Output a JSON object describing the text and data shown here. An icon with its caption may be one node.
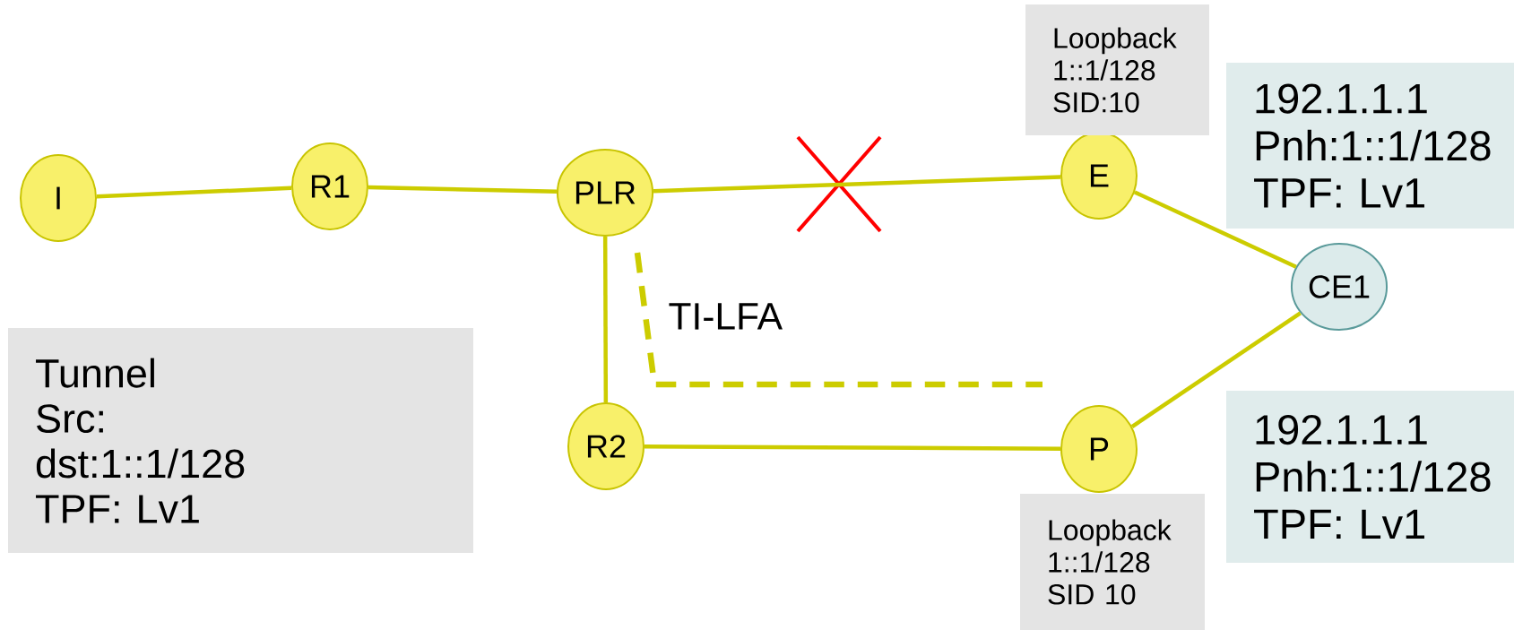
{
  "diagram": {
    "nodes": [
      {
        "text": [
          "I"
        ]
      },
      {
        "text": [
          "R1"
        ]
      },
      {
        "text": [
          "PLR"
        ]
      },
      {
        "text": [
          "E"
        ]
      },
      {
        "text": [
          "CE1"
        ]
      },
      {
        "text": [
          "R2"
        ]
      },
      {
        "text": [
          "P"
        ]
      },
      {
        "text": [
          "Loopback",
          "1::1/128",
          "SID:10"
        ]
      },
      {
        "text": [
          "192.1.1.1",
          "Pnh:1::1/128",
          "TPF: Lv1"
        ]
      },
      {
        "text": [
          "Tunnel",
          "Src:",
          "dst:1::1/128",
          "TPF: Lv1"
        ]
      },
      {
        "text": [
          "192.1.1.1",
          "Pnh:1::1/128",
          "TPF: Lv1"
        ]
      },
      {
        "text": [
          "Loopback",
          "1::1/128",
          "SID 10"
        ]
      }
    ],
    "edges": [
      {
        "from": 0,
        "to": 1,
        "arrow": "none"
      },
      {
        "from": 1,
        "to": 2,
        "arrow": "none"
      },
      {
        "from": 2,
        "to": 3,
        "arrow": "none"
      },
      {
        "from": 3,
        "to": 4,
        "arrow": "none"
      },
      {
        "from": 2,
        "to": 5,
        "arrow": "none"
      },
      {
        "from": 5,
        "to": 6,
        "arrow": "none"
      },
      {
        "from": 6,
        "to": 4,
        "arrow": "none"
      }
    ],
    "labels": [
      "TI-LFA"
    ]
  }
}
